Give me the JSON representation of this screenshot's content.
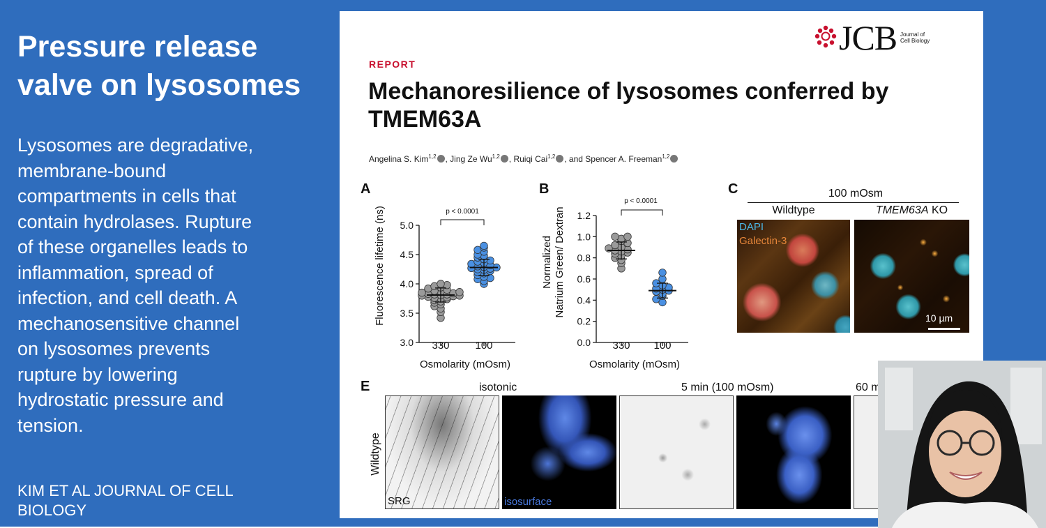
{
  "slide": {
    "title_lines": [
      "Pressure release",
      "valve on lysosomes"
    ],
    "body_lines": [
      "Lysosomes are degradative,",
      "membrane-bound",
      "compartments in cells that",
      "contain hydrolases. Rupture",
      "of these organelles leads to",
      "inflammation, spread of",
      "infection, and cell death. A",
      "mechanosensitive channel",
      "on lysosomes prevents",
      "rupture by lowering",
      "hydrostatic pressure and",
      "tension."
    ],
    "citation_lines": [
      "KIM ET AL JOURNAL OF CELL",
      "BIOLOGY"
    ],
    "colors": {
      "background": "#2f6dbd",
      "text": "#ffffff"
    }
  },
  "paper": {
    "journal_logo": "JCB",
    "journal_subtitle_lines": [
      "Journal of",
      "Cell Biology"
    ],
    "article_type": "REPORT",
    "title_lines": [
      "Mechanoresilience of lysosomes conferred by",
      "TMEM63A"
    ],
    "authors": {
      "a1": "Angelina S. Kim",
      "sup1": "1,2",
      "a2": ", Jing Ze Wu",
      "sup2": "1,2",
      "a3": ", Ruiqi Cai",
      "sup3": "1,2",
      "a4": ", and Spencer A. Freeman",
      "sup4": "1,2"
    },
    "colors": {
      "report_red": "#c8102e",
      "grey_points": "#9a9a9a",
      "blue_points": "#4a90e2"
    },
    "panel_letters": {
      "A": "A",
      "B": "B",
      "C": "C",
      "E": "E"
    },
    "panel_c": {
      "header": "100 mOsm",
      "col1": "Wildtype",
      "col2_italic": "TMEM63A",
      "col2_rest": " KO",
      "legend1": "DAPI",
      "legend2": "Galectin-3",
      "scalebar": "10 µm",
      "colors": {
        "dapi": "#4cb8e8",
        "galectin": "#e8873a"
      }
    },
    "panel_e": {
      "cond1": "isotonic",
      "cond2": "5 min (100 mOsm)",
      "cond3": "60 m",
      "row_label": "Wildtype",
      "label_srg": "SRG",
      "label_iso": "isosurface",
      "colors": {
        "isosurface": "#4a7be0"
      }
    }
  },
  "chart_data": [
    {
      "type": "scatter",
      "panel": "A",
      "categories": [
        "330",
        "100"
      ],
      "xlabel": "Osmolarity (mOsm)",
      "ylabel": "Fluorescence lifetime (ns)",
      "ylim": [
        3.0,
        5.0
      ],
      "yticks": [
        3.0,
        3.5,
        4.0,
        4.5,
        5.0
      ],
      "annotation": "p < 0.0001",
      "series": [
        {
          "values": [
            3.42,
            3.52,
            3.58,
            3.62,
            3.65,
            3.68,
            3.7,
            3.72,
            3.74,
            3.75,
            3.76,
            3.77,
            3.78,
            3.79,
            3.8,
            3.8,
            3.81,
            3.82,
            3.82,
            3.83,
            3.84,
            3.85,
            3.86,
            3.87,
            3.88,
            3.9,
            3.92,
            3.94,
            3.96,
            3.98,
            4.0
          ],
          "mean": 3.81,
          "sd": 0.12,
          "color": "#9a9a9a"
        },
        {
          "values": [
            4.0,
            4.05,
            4.08,
            4.1,
            4.12,
            4.15,
            4.18,
            4.2,
            4.22,
            4.24,
            4.25,
            4.26,
            4.27,
            4.28,
            4.29,
            4.3,
            4.32,
            4.34,
            4.36,
            4.38,
            4.4,
            4.42,
            4.45,
            4.48,
            4.5,
            4.55,
            4.58,
            4.62,
            4.65
          ],
          "mean": 4.28,
          "sd": 0.14,
          "color": "#4a90e2"
        }
      ]
    },
    {
      "type": "scatter",
      "panel": "B",
      "categories": [
        "330",
        "100"
      ],
      "xlabel": "Osmolarity (mOsm)",
      "ylabel_lines": [
        "Normalized",
        "Natrium Green/ Dextran"
      ],
      "ylim": [
        0.0,
        1.2
      ],
      "yticks": [
        0.0,
        0.2,
        0.4,
        0.6,
        0.8,
        1.0,
        1.2
      ],
      "annotation": "p < 0.0001",
      "series": [
        {
          "values": [
            0.7,
            0.75,
            0.78,
            0.8,
            0.82,
            0.84,
            0.85,
            0.86,
            0.87,
            0.88,
            0.89,
            0.9,
            0.92,
            0.94,
            0.96,
            0.98,
            1.0,
            1.0
          ],
          "mean": 0.87,
          "sd": 0.08,
          "color": "#9a9a9a"
        },
        {
          "values": [
            0.38,
            0.41,
            0.44,
            0.46,
            0.48,
            0.49,
            0.5,
            0.51,
            0.52,
            0.54,
            0.56,
            0.6,
            0.66
          ],
          "mean": 0.49,
          "sd": 0.07,
          "color": "#4a90e2"
        }
      ]
    }
  ]
}
